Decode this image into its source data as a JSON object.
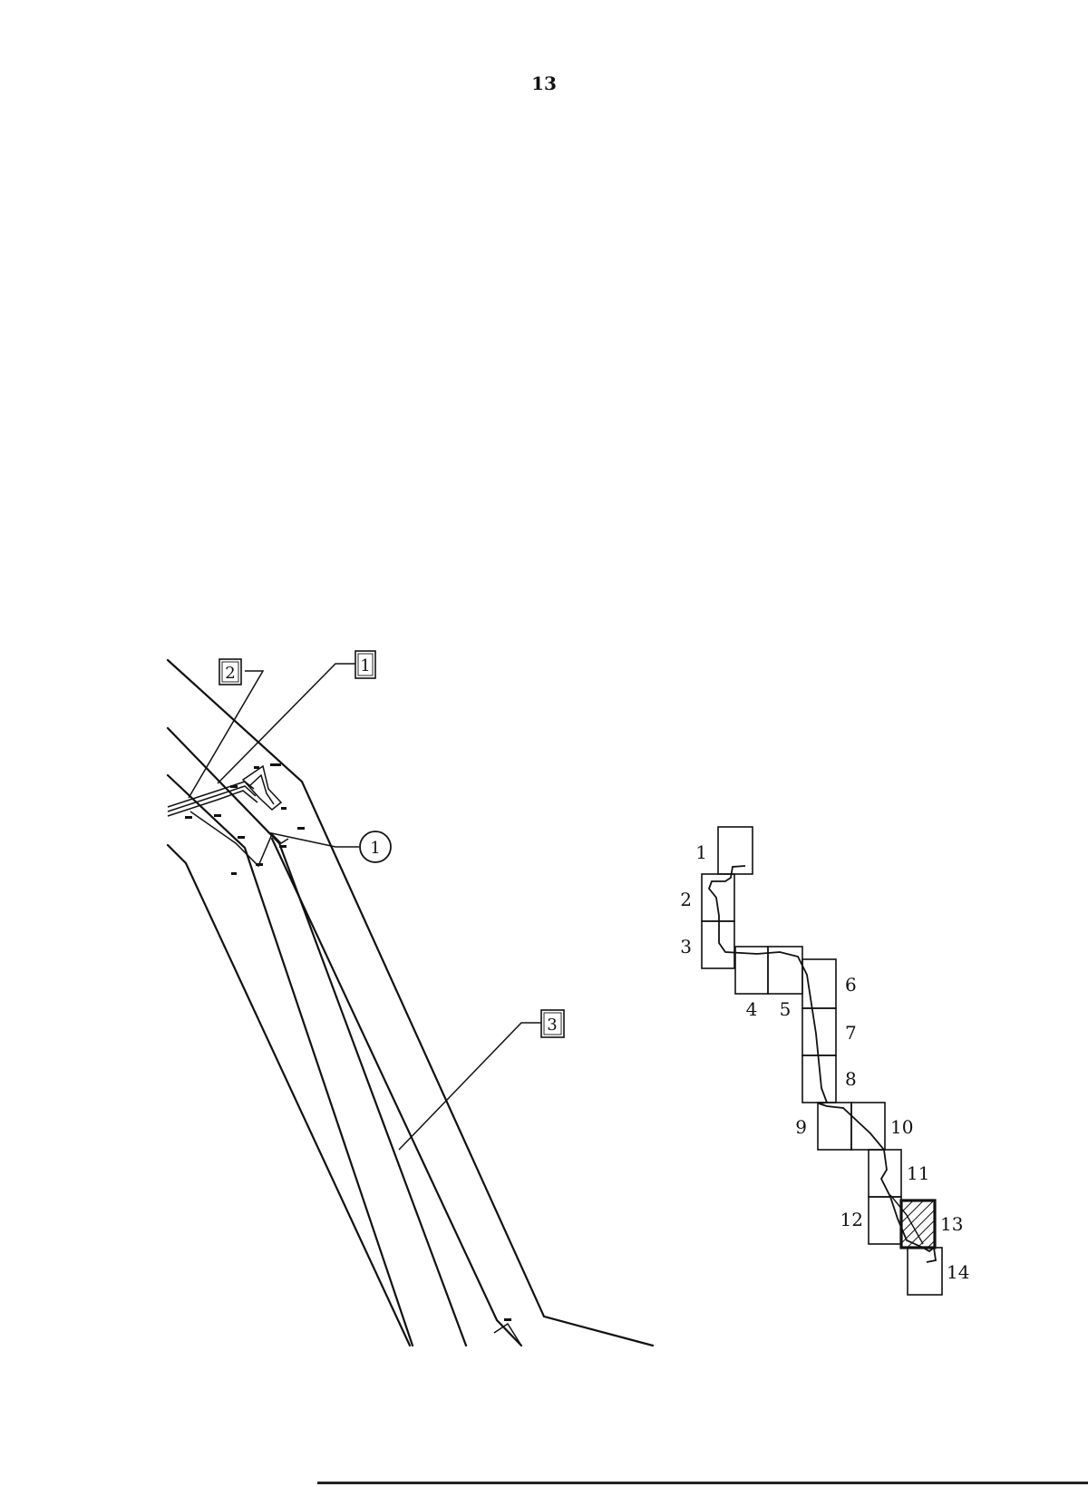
{
  "page": {
    "number": "13"
  },
  "plan": {
    "callouts": {
      "box_1": "1",
      "box_2": "2",
      "box_3": "3",
      "circle_1": "1"
    }
  },
  "key_map": {
    "sheets": [
      "1",
      "2",
      "3",
      "4",
      "5",
      "6",
      "7",
      "8",
      "9",
      "10",
      "11",
      "12",
      "13",
      "14"
    ],
    "highlighted_sheet": "13"
  },
  "colors": {
    "ink": "#111111",
    "background": "#ffffff"
  }
}
